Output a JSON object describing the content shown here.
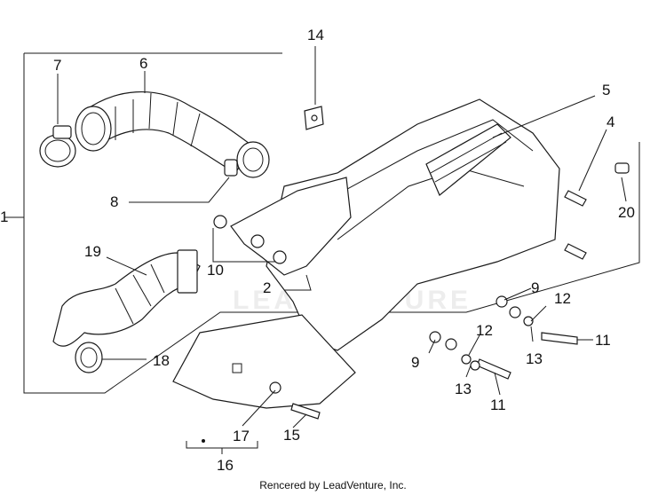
{
  "diagram": {
    "watermark": "LEADVENTURE",
    "credit": "Rencered by LeadVenture, Inc.",
    "callouts": {
      "c1": "1",
      "c2": "2",
      "c4": "4",
      "c5": "5",
      "c6": "6",
      "c7": "7",
      "c8": "8",
      "c9a": "9",
      "c9b": "9",
      "c10": "10",
      "c11a": "11",
      "c11b": "11",
      "c12a": "12",
      "c12b": "12",
      "c13a": "13",
      "c13b": "13",
      "c14": "14",
      "c15": "15",
      "c16": "16",
      "c17": "17",
      "c18": "18",
      "c19": "19",
      "c20": "20"
    }
  }
}
